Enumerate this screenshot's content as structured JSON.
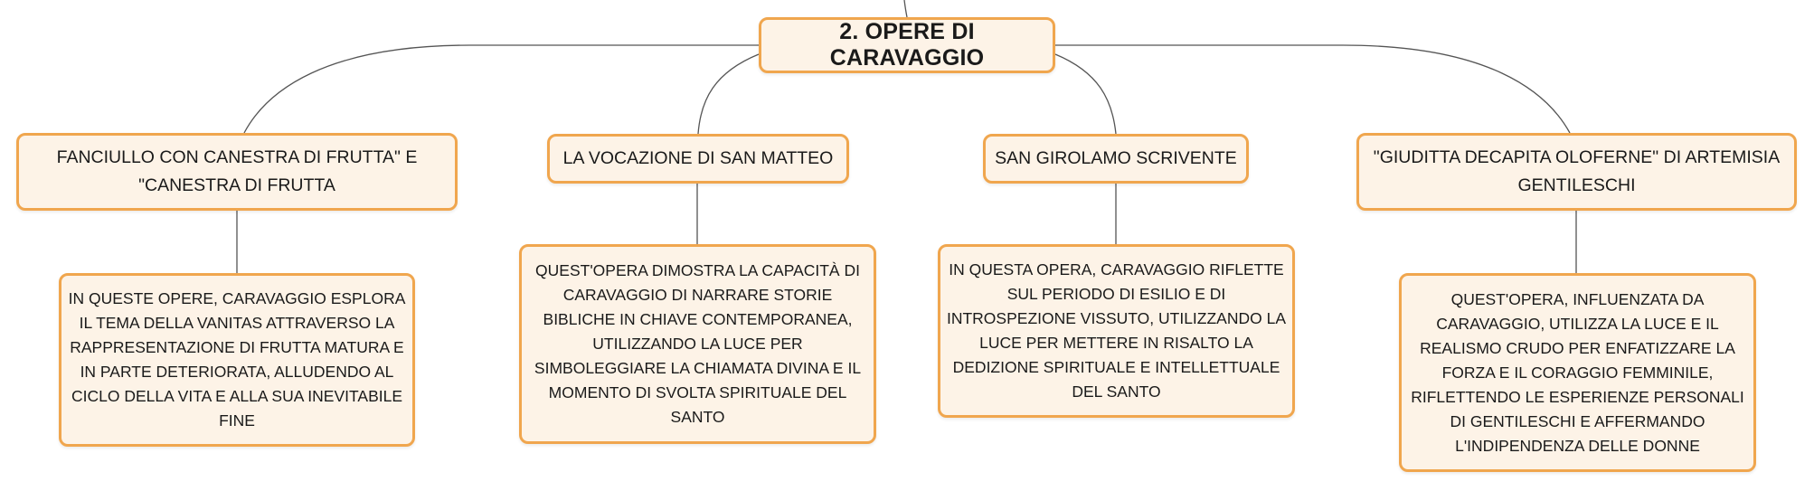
{
  "root": {
    "label": "2. OPERE DI CARAVAGGIO"
  },
  "branches": [
    {
      "title": "FANCIULLO CON CANESTRA DI FRUTTA\" E \"CANESTRA DI FRUTTA",
      "description": "IN QUESTE OPERE, CARAVAGGIO ESPLORA IL TEMA DELLA VANITAS ATTRAVERSO LA RAPPRESENTAZIONE DI FRUTTA MATURA E IN PARTE DETERIORATA, ALLUDENDO AL CICLO DELLA VITA E ALLA SUA INEVITABILE FINE"
    },
    {
      "title": "LA VOCAZIONE DI SAN MATTEO",
      "description": "QUEST'OPERA DIMOSTRA LA CAPACITÀ DI CARAVAGGIO DI NARRARE STORIE BIBLICHE IN CHIAVE CONTEMPORANEA, UTILIZZANDO LA LUCE PER SIMBOLEGGIARE LA CHIAMATA DIVINA E IL MOMENTO DI SVOLTA SPIRITUALE DEL SANTO"
    },
    {
      "title": "SAN GIROLAMO SCRIVENTE",
      "description": "IN QUESTA OPERA, CARAVAGGIO RIFLETTE SUL PERIODO DI ESILIO E DI INTROSPEZIONE VISSUTO, UTILIZZANDO LA LUCE PER METTERE IN RISALTO LA DEDIZIONE SPIRITUALE E INTELLETTUALE DEL SANTO"
    },
    {
      "title": "\"GIUDITTA DECAPITA OLOFERNE\" DI ARTEMISIA GENTILESCHI",
      "description": "QUEST'OPERA, INFLUENZATA DA CARAVAGGIO, UTILIZZA LA LUCE E IL REALISMO CRUDO PER ENFATIZZARE LA FORZA E IL CORAGGIO FEMMINILE, RIFLETTENDO LE ESPERIENZE PERSONALI DI GENTILESCHI E AFFERMANDO L'INDIPENDENZA DELLE DONNE"
    }
  ],
  "colors": {
    "node_border": "#f0a64e",
    "node_fill": "#fdf3e7",
    "connector": "#555555"
  }
}
